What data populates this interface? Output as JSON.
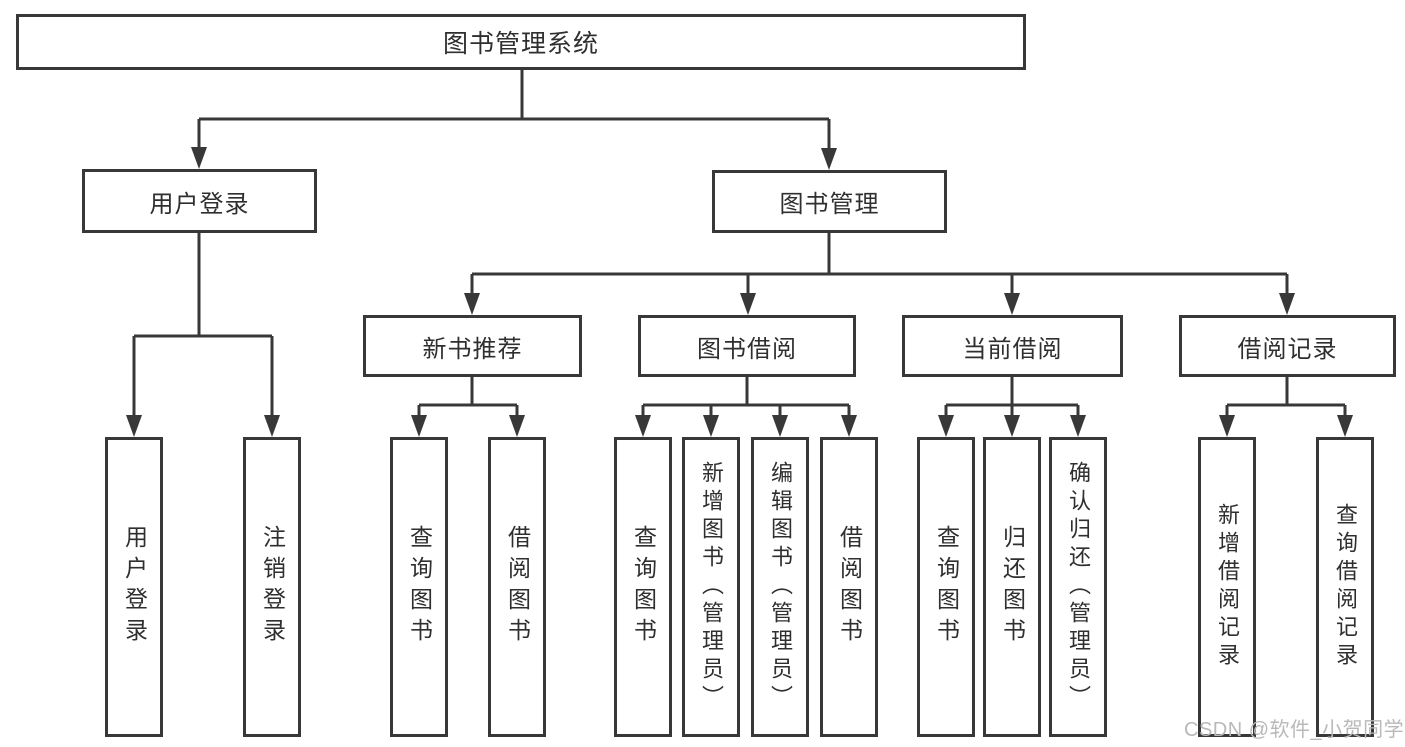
{
  "colors": {
    "background": "#ffffff",
    "line": "#383838",
    "box_border": "#383838",
    "box_background": "#ffffff",
    "text": "#2f2f2f",
    "watermark": "#b9b9b9"
  },
  "watermark": {
    "text": "CSDN @软件_小贺同学"
  },
  "tree": {
    "root": "图书管理系统",
    "children": [
      {
        "label": "用户登录",
        "children": [
          "用户登录",
          "注销登录"
        ]
      },
      {
        "label": "图书管理",
        "children": [
          {
            "label": "新书推荐",
            "children": [
              "查询图书",
              "借阅图书"
            ]
          },
          {
            "label": "图书借阅",
            "children": [
              "查询图书",
              "新增图书（管理员）",
              "编辑图书（管理员）",
              "借阅图书"
            ]
          },
          {
            "label": "当前借阅",
            "children": [
              "查询图书",
              "归还图书",
              "确认归还（管理员）"
            ]
          },
          {
            "label": "借阅记录",
            "children": [
              "新增借阅记录",
              "查询借阅记录"
            ]
          }
        ]
      }
    ]
  }
}
